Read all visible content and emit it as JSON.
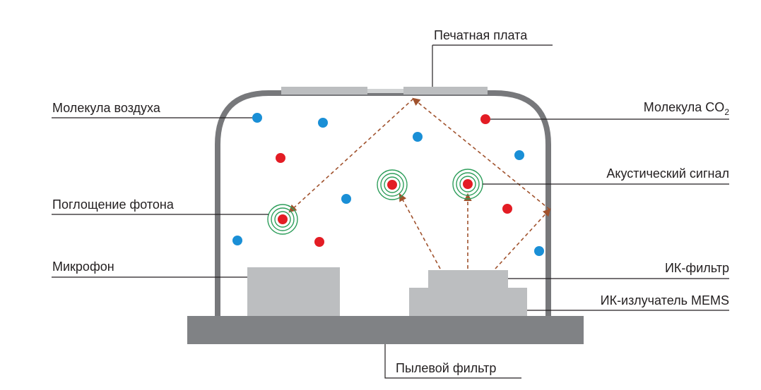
{
  "labels": {
    "pcb": "Печатная плата",
    "air_molecule": "Молекула воздуха",
    "co2_molecule_prefix": "Молекула CO",
    "co2_subscript": "2",
    "acoustic_signal": "Акустический сигнал",
    "photon_absorption": "Поглощение фотона",
    "microphone": "Микрофон",
    "ir_filter": "ИК-фильтр",
    "ir_emitter": "ИК-излучатель MEMS",
    "dust_filter": "Пылевой фильтр"
  },
  "colors": {
    "air_molecule": "#1a8fd6",
    "co2_molecule": "#e31c24",
    "housing": "#77787b",
    "component": "#bcbec0",
    "base": "#808285",
    "beam": "#a0522d",
    "wave_rings": "#2e9e5b",
    "leader_line": "#231f20"
  },
  "icons": {
    "air_molecule": "blue-dot-icon",
    "co2_molecule": "red-dot-icon",
    "acoustic_wave": "concentric-rings-icon"
  }
}
